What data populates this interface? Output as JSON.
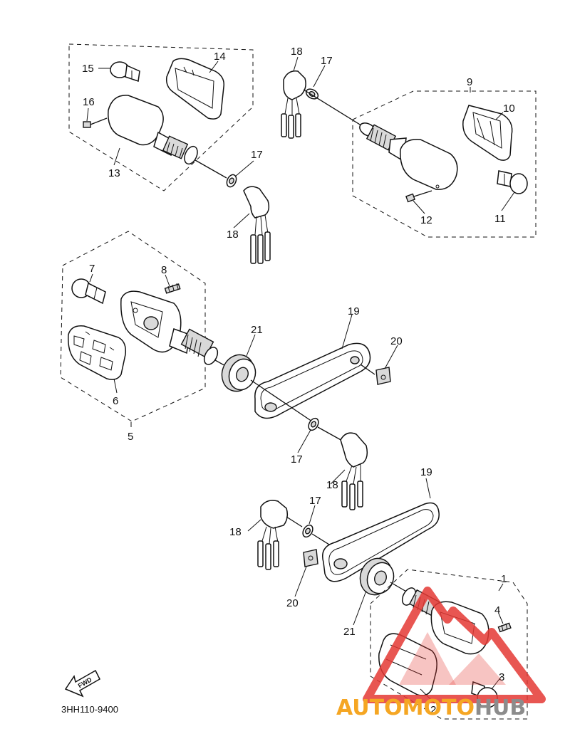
{
  "diagram": {
    "drawing_code": "3HH110-9400",
    "fwd_label": "FWD",
    "callouts": {
      "c1": "1",
      "c2": "2",
      "c3": "3",
      "c4": "4",
      "c5": "5",
      "c6": "6",
      "c7": "7",
      "c8": "8",
      "c9": "9",
      "c10": "10",
      "c11": "11",
      "c12": "12",
      "c13": "13",
      "c14": "14",
      "c15": "15",
      "c16": "16",
      "c17a": "17",
      "c17b": "17",
      "c17c": "17",
      "c17d": "17",
      "c18a": "18",
      "c18b": "18",
      "c18c": "18",
      "c18d": "18",
      "c19a": "19",
      "c19b": "19",
      "c20a": "20",
      "c20b": "20",
      "c21a": "21",
      "c21b": "21"
    }
  },
  "watermark": {
    "part1": "AUTO",
    "part2": "MOTO",
    "part3": "HUB",
    "colors": {
      "orange": "#f5a623",
      "red": "#e53935",
      "grey": "#8c8c8c"
    }
  }
}
